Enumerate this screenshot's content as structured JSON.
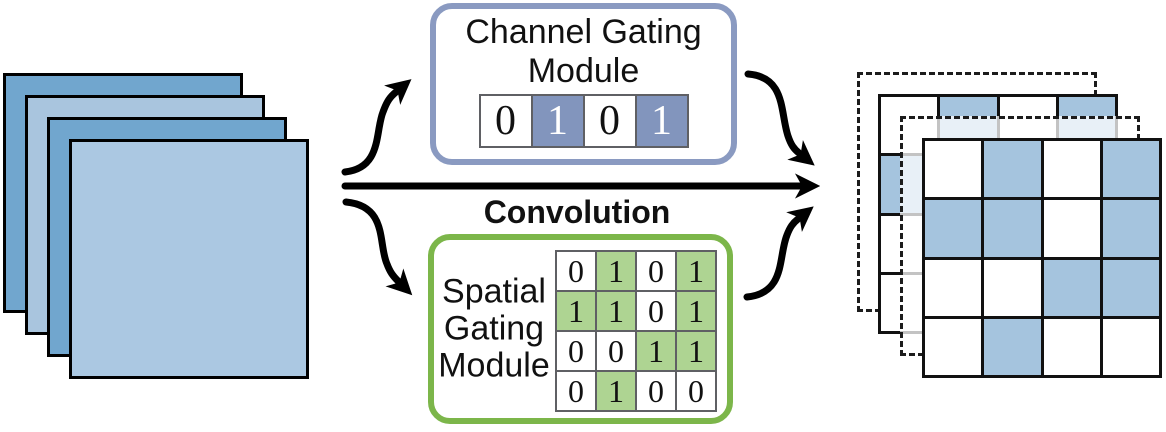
{
  "figure": {
    "input_stack": {
      "layers": [
        {
          "color": "#71a6ce"
        },
        {
          "color": "#a9c5de"
        },
        {
          "color": "#71a6ce"
        },
        {
          "color": "#abc8e2"
        }
      ]
    },
    "channel_module": {
      "title_line1": "Channel Gating",
      "title_line2": "Module",
      "mask": [
        0,
        1,
        0,
        1
      ],
      "border_color": "#8a9ac1",
      "active_color": "#8295bd"
    },
    "convolution_label": "Convolution",
    "spatial_module": {
      "title_lines": [
        "Spatial",
        "Gating",
        "Module"
      ],
      "mask": [
        [
          0,
          1,
          0,
          1
        ],
        [
          1,
          1,
          0,
          1
        ],
        [
          0,
          0,
          1,
          1
        ],
        [
          0,
          1,
          0,
          0
        ]
      ],
      "border_color": "#7cb64a",
      "active_color": "#aed492"
    },
    "output_stack": {
      "back_mask": [
        [
          0,
          1,
          0,
          1
        ],
        [
          1,
          1,
          0,
          1
        ],
        [
          0,
          0,
          1,
          1
        ],
        [
          0,
          1,
          0,
          0
        ]
      ],
      "front_mask": [
        [
          0,
          1,
          0,
          1
        ],
        [
          1,
          1,
          0,
          1
        ],
        [
          0,
          0,
          1,
          1
        ],
        [
          0,
          1,
          0,
          0
        ]
      ],
      "active_color": "#a5c4de"
    }
  }
}
